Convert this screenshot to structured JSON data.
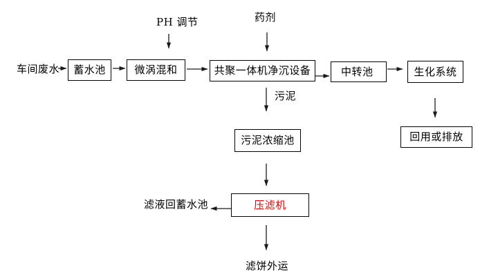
{
  "diagram": {
    "type": "process-flowchart",
    "colors": {
      "background": "#ffffff",
      "line": "#1a1a1a",
      "text": "#000000",
      "filter_press_text": "#e00000"
    },
    "nodes": {
      "storage_pool": {
        "label": "蓄水池"
      },
      "micro_vortex_mixing": {
        "label": "微涡混和"
      },
      "copolymer_unit": {
        "label": "共聚一体机净沉设备"
      },
      "transfer_pool": {
        "label": "中转池"
      },
      "biochemical_system": {
        "label": "生化系统"
      },
      "reuse_or_discharge": {
        "label": "回用或排放"
      },
      "sludge_thickening_pool": {
        "label": "污泥浓缩池"
      },
      "filter_press": {
        "label": "压滤机"
      }
    },
    "labels": {
      "workshop_wastewater": "车间废水",
      "ph_adjustment": "PH 调节",
      "chemical_agent": "药剂",
      "sludge": "污泥",
      "filtrate_return": "滤液回蓄水池",
      "filter_cake_out": "滤饼外运"
    }
  }
}
